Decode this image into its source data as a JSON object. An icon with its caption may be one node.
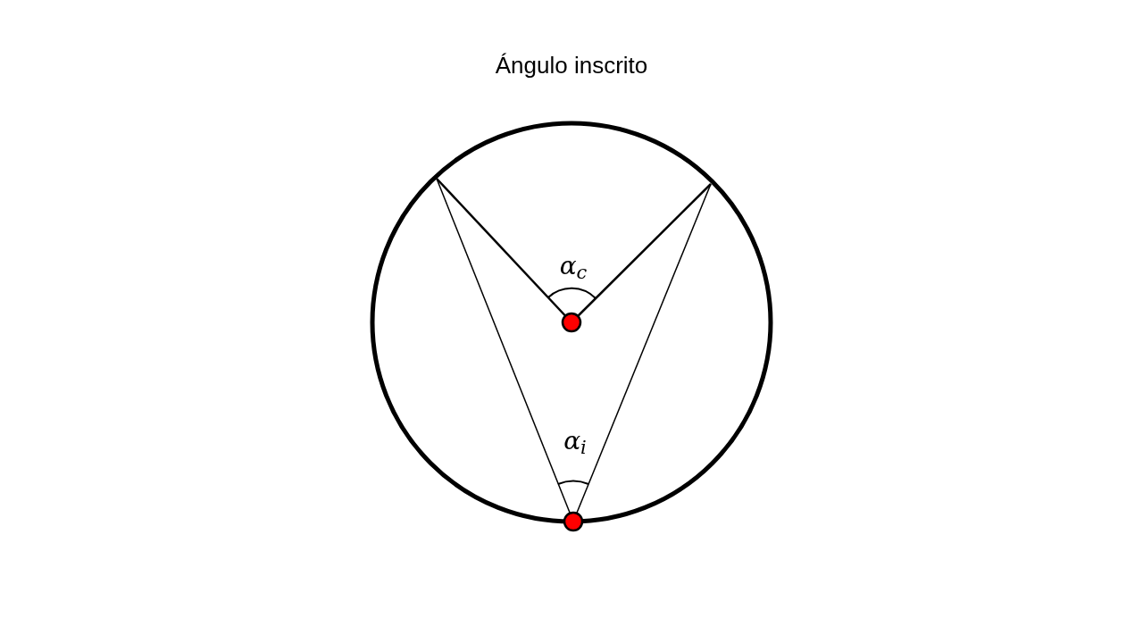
{
  "diagram": {
    "title": "Ángulo inscrito",
    "labels": [
      "α$_{c}$",
      "α$_{i}$"
    ]
  }
}
